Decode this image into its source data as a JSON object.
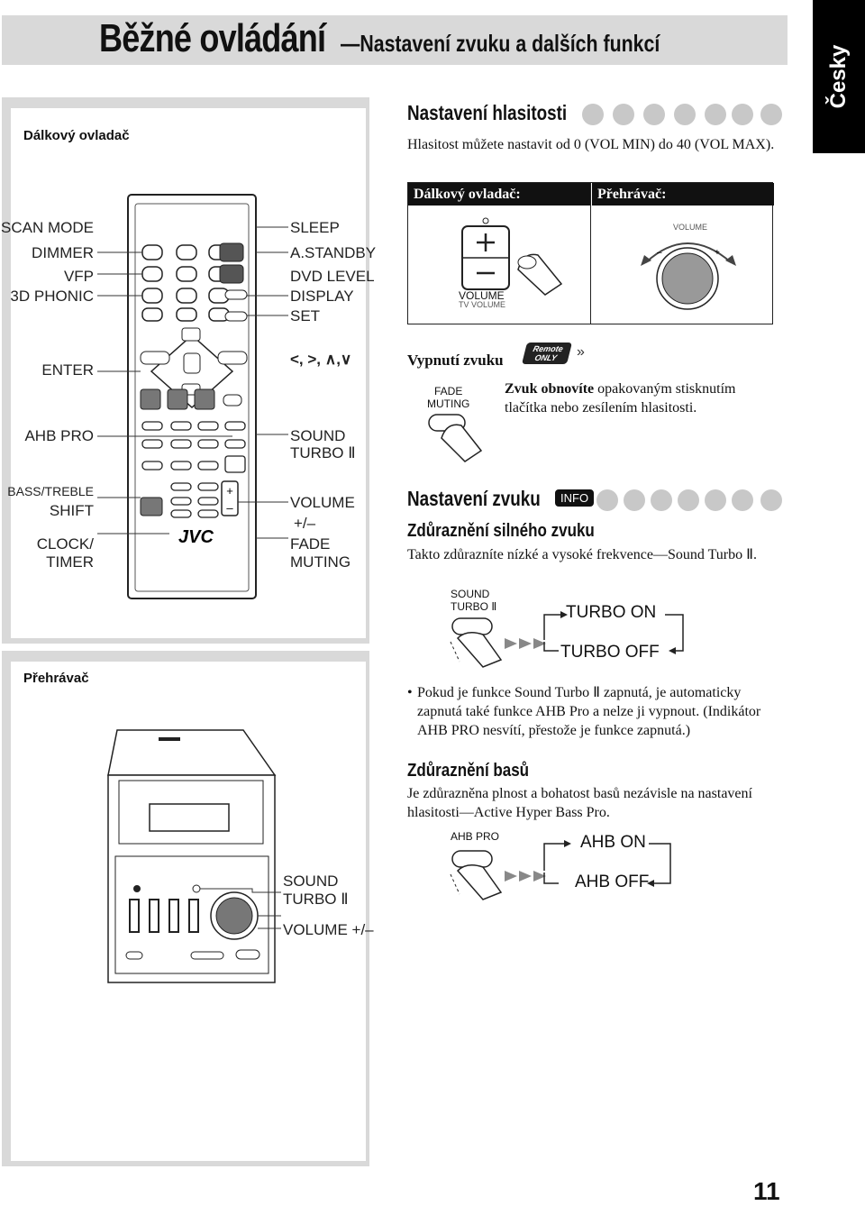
{
  "header": {
    "title_main": "Běžné ovládání",
    "title_sub": "—Nastavení zvuku a dalších funkcí",
    "language_tab": "Česky"
  },
  "remote_panel": {
    "title": "Dálkový ovladač",
    "left_labels": {
      "scan_mode": "SCAN MODE",
      "dimmer": "DIMMER",
      "vfp": "VFP",
      "phonic": "3D PHONIC",
      "enter": "ENTER",
      "ahb_pro": "AHB PRO",
      "bass_treble": "BASS/TREBLE",
      "shift": "SHIFT",
      "clock": "CLOCK/",
      "timer": "TIMER"
    },
    "right_labels": {
      "sleep": "SLEEP",
      "astandby": "A.STANDBY",
      "dvd_level": "DVD LEVEL",
      "display": "DISPLAY",
      "set": "SET",
      "arrows": "<, >, ∧,∨",
      "sound": "SOUND",
      "turbo": "TURBO Ⅱ",
      "volume": "VOLUME",
      "volume_pm": "+/–",
      "fade": "FADE",
      "muting": "MUTING"
    },
    "brand": "JVC"
  },
  "player_panel": {
    "title": "Přehrávač",
    "labels": {
      "sound": "SOUND",
      "turbo": "TURBO Ⅱ",
      "volume": "VOLUME +/–"
    }
  },
  "volume_section": {
    "title": "Nastavení hlasitosti",
    "text": "Hlasitost můžete nastavit od 0 (VOL MIN) do 40 (VOL MAX).",
    "table": {
      "col_remote": "Dálkový ovladač:",
      "col_player": "Přehrávač:",
      "remote_label": "VOLUME",
      "remote_sublabel": "TV VOLUME",
      "player_label": "VOLUME"
    }
  },
  "mute_section": {
    "title": "Vypnutí zvuku",
    "badge": "Remote ONLY",
    "badge_line1": "Remote",
    "badge_line2": "ONLY",
    "button_line1": "FADE",
    "button_line2": "MUTING",
    "text_bold": "Zvuk obnovíte",
    "text_rest": " opakovaným stisknutím tlačítka nebo zesílením hlasitosti."
  },
  "sound_section": {
    "title": "Nastavení zvuku",
    "info_badge": "INFO",
    "turbo": {
      "subtitle": "Zdůraznění silného zvuku",
      "text": "Takto zdůrazníte nízké a vysoké frekvence—Sound Turbo Ⅱ.",
      "button_line1": "SOUND",
      "button_line2": "TURBO Ⅱ",
      "state_on": "TURBO ON",
      "state_off": "TURBO OFF",
      "note": "Pokud je funkce Sound Turbo Ⅱ zapnutá, je automaticky zapnutá také funkce AHB Pro a nelze ji vypnout. (Indikátor AHB PRO nesvítí, přestože je funkce zapnutá.)"
    },
    "bass": {
      "subtitle": "Zdůraznění basů",
      "text": "Je zdůrazněna plnost a bohatost basů nezávisle na nastavení hlasitosti—Active Hyper Bass Pro.",
      "button_label": "AHB PRO",
      "state_on": "AHB ON",
      "state_off": "AHB OFF"
    }
  },
  "page_number": "11"
}
